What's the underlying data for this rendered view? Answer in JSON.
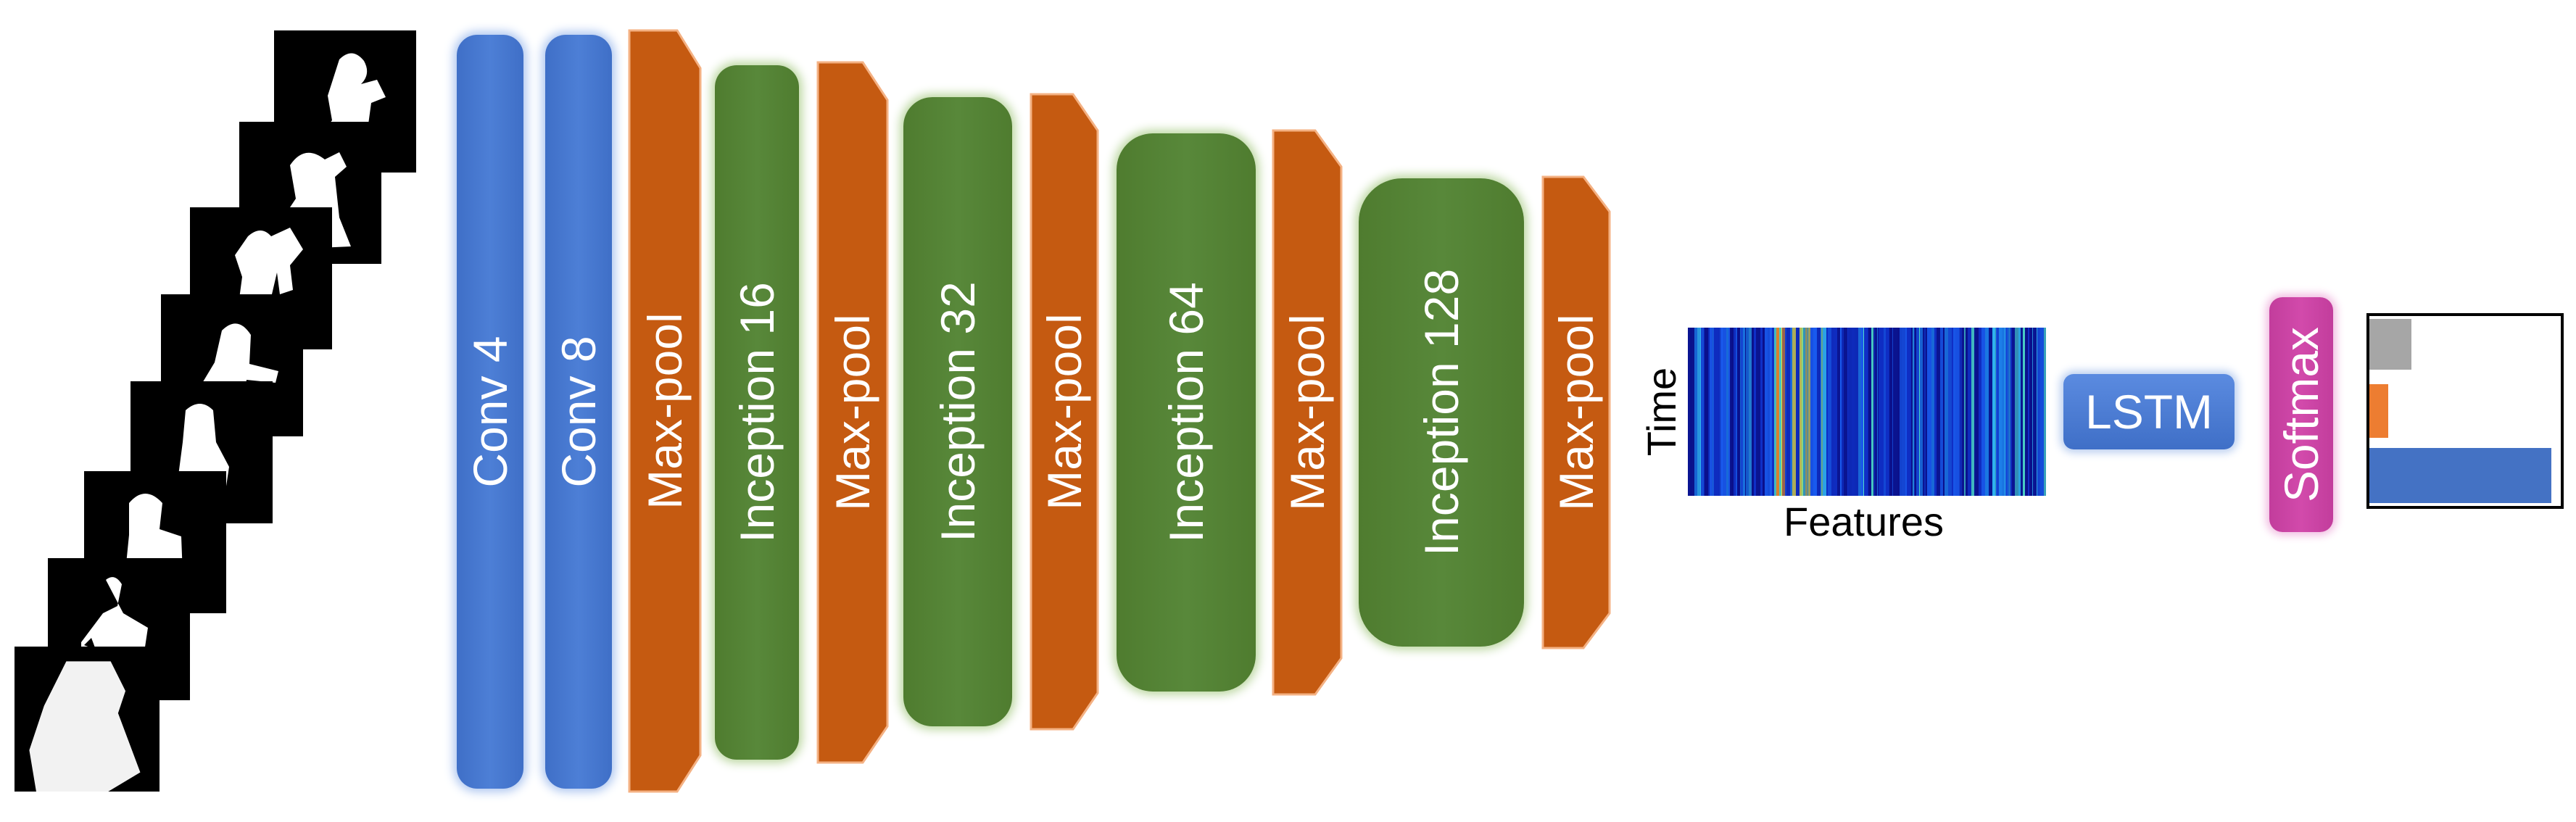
{
  "layers": [
    {
      "label": "Conv 4",
      "kind": "conv"
    },
    {
      "label": "Conv 8",
      "kind": "conv"
    },
    {
      "label": "Max-pool",
      "kind": "pool"
    },
    {
      "label": "Inception 16",
      "kind": "inception"
    },
    {
      "label": "Max-pool",
      "kind": "pool"
    },
    {
      "label": "Inception 32",
      "kind": "inception"
    },
    {
      "label": "Max-pool",
      "kind": "pool"
    },
    {
      "label": "Inception 64",
      "kind": "inception"
    },
    {
      "label": "Max-pool",
      "kind": "pool"
    },
    {
      "label": "Inception 128",
      "kind": "inception"
    },
    {
      "label": "Max-pool",
      "kind": "pool"
    }
  ],
  "feature_map": {
    "y_label": "Time",
    "x_label": "Features"
  },
  "lstm": {
    "label": "LSTM"
  },
  "softmax": {
    "label": "Softmax"
  },
  "output": {
    "bars": [
      {
        "value": 0.22,
        "color": "#a6a6a6"
      },
      {
        "value": 0.1,
        "color": "#ed7d31"
      },
      {
        "value": 0.95,
        "color": "#4472c4"
      }
    ]
  },
  "colors": {
    "conv": "#4472c4",
    "inception": "#548235",
    "pool": "#c55a11",
    "softmax": "#cc44a6"
  }
}
